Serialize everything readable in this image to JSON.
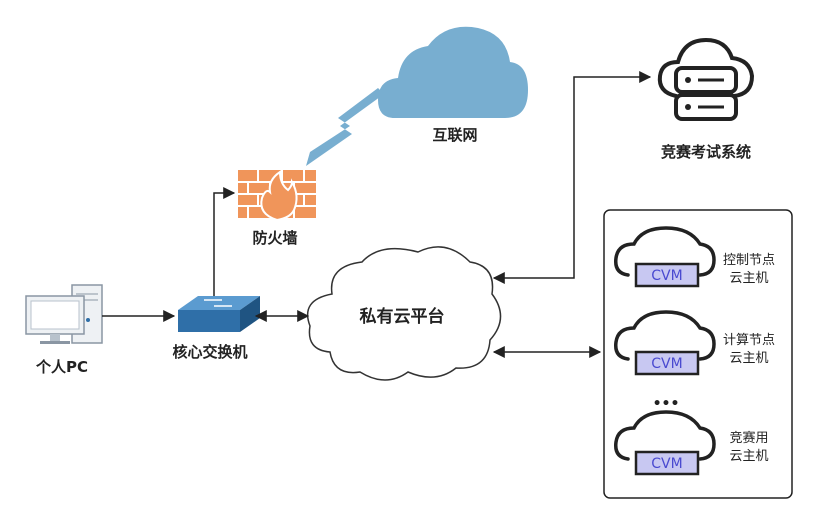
{
  "nodes": {
    "internet": "互联网",
    "exam_system": "竞赛考试系统",
    "firewall": "防火墙",
    "personal_pc": "个人PC",
    "core_switch": "核心交换机",
    "private_cloud": "私有云平台"
  },
  "vms": [
    {
      "line1": "控制节点",
      "line2": "云主机",
      "badge": "CVM"
    },
    {
      "line1": "计算节点",
      "line2": "云主机",
      "badge": "CVM"
    },
    {
      "line1": "竞赛用",
      "line2": "云主机",
      "badge": "CVM"
    }
  ],
  "ellipsis": "•••",
  "colors": {
    "cloud_blue": "#78aed0",
    "firewall_orange": "#f0955a",
    "switch_blue": "#2f6fa8",
    "cvm_fill": "#c8c8f2",
    "cvm_text": "#4a4ad0",
    "line": "#222222"
  }
}
